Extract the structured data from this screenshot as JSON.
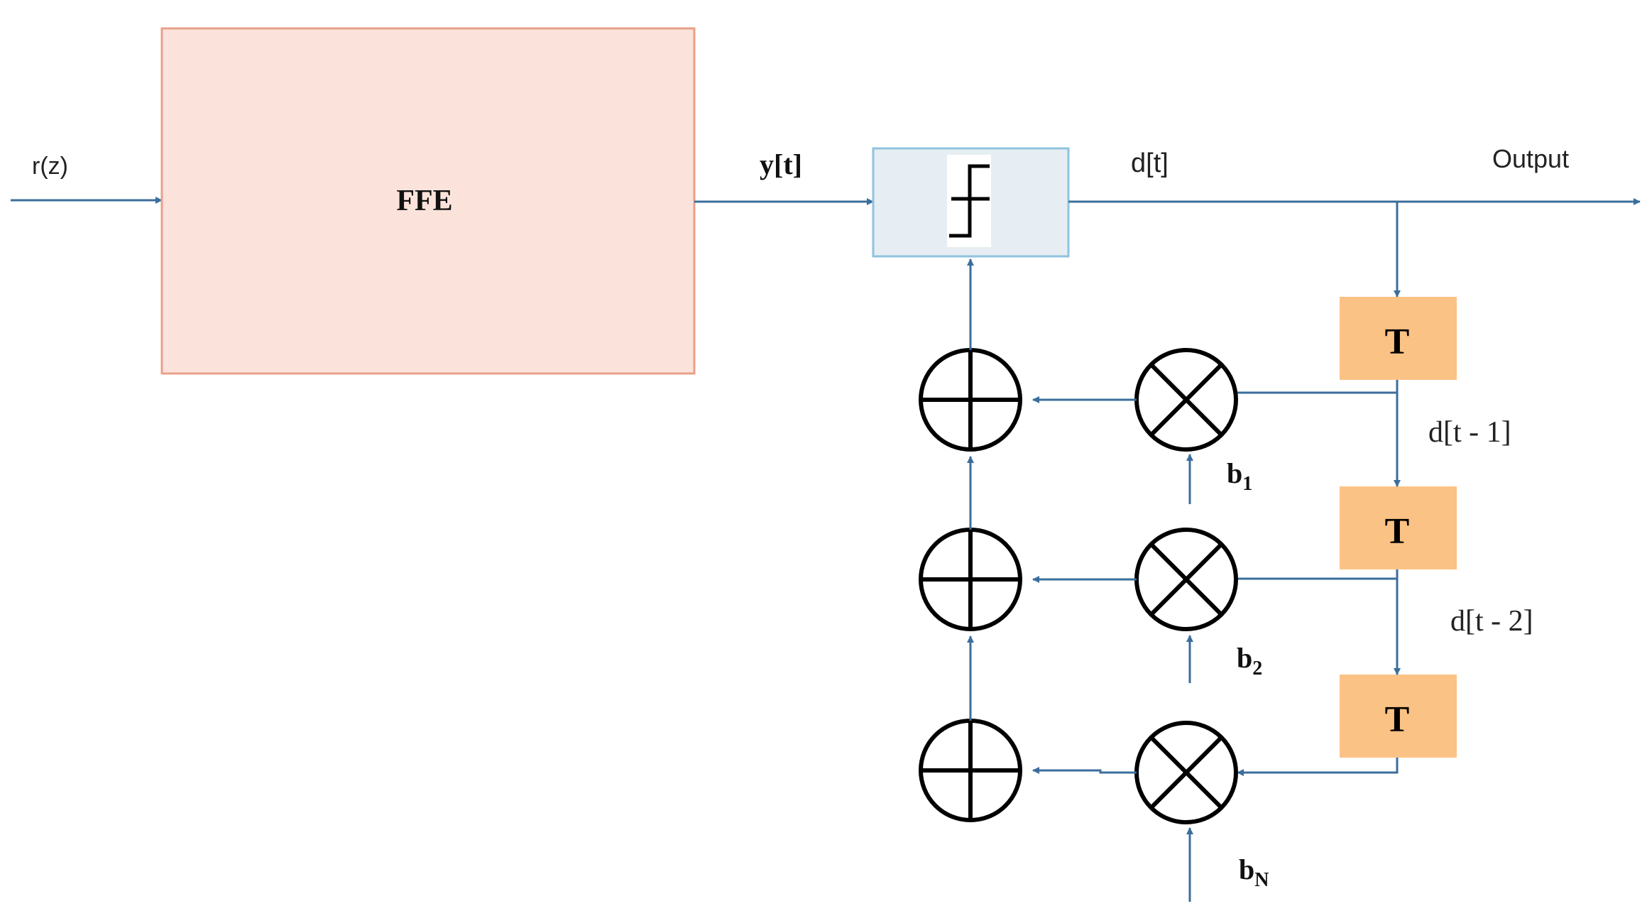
{
  "diagram": {
    "input_label": "r(z)",
    "ffe_label": "FFE",
    "ffe_output_label": "y[t]",
    "decision_output_label": "d[t]",
    "output_label": "Output",
    "delay_label": "T",
    "tap_labels": [
      {
        "base": "d[t - 1]"
      },
      {
        "base": "d[t - 2]"
      }
    ],
    "coefficients": [
      {
        "base": "b",
        "sub": "1"
      },
      {
        "base": "b",
        "sub": "2"
      },
      {
        "base": "b",
        "sub": "N"
      }
    ],
    "colors": {
      "ffe_fill": "#fbe3dc",
      "ffe_border": "#e8a088",
      "slicer_fill": "#e6eef3",
      "slicer_border": "#8fc3df",
      "delay_fill": "#fbc285",
      "wire": "#3b6e9c"
    }
  }
}
